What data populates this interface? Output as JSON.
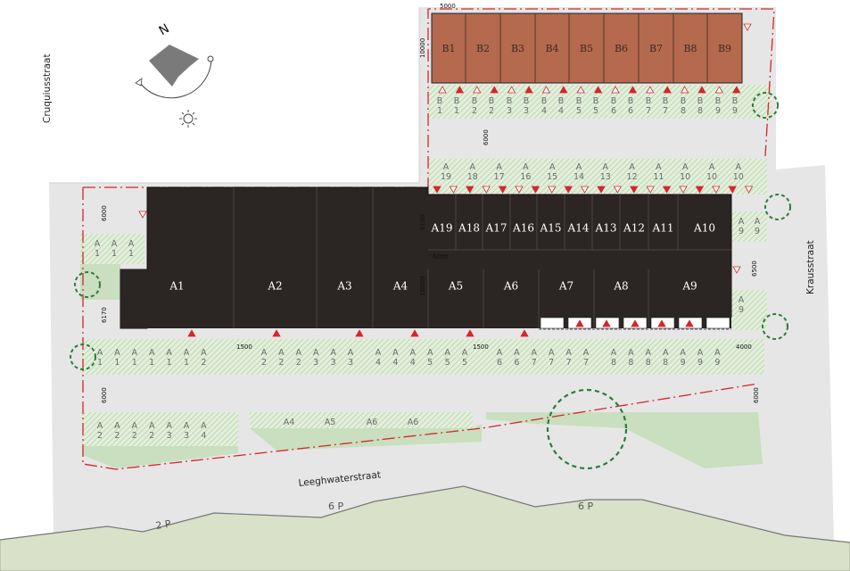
{
  "streets": {
    "cruquius": "Cruquiusstraat",
    "kraus": "Krausstraat",
    "leeghwater": "Leeghwaterstraat"
  },
  "compass": {
    "north": "N"
  },
  "parking": {
    "p1": "2 P",
    "p2": "6 P",
    "p3": "6 P"
  },
  "dimensions": {
    "d_top_width": "5000",
    "d_top_height": "10000",
    "d_b_road": "6000",
    "d_left_top": "6000",
    "d_a_mid_top": "6100",
    "d_a_mid_gap": "6000",
    "d_a_mid_depth": "10000",
    "d_left_mid": "6170",
    "d_gap1": "1500",
    "d_gap2": "1500",
    "d_right_gap": "4000",
    "d_right_road": "6500",
    "d_left_bottom": "6000",
    "d_right_bottom": "6000"
  },
  "units_a_main": [
    "A1",
    "A2",
    "A3",
    "A4",
    "A5",
    "A6",
    "A7",
    "A8",
    "A9"
  ],
  "units_a_upper": [
    "A19",
    "A18",
    "A17",
    "A16",
    "A15",
    "A14",
    "A13",
    "A12",
    "A11",
    "A10"
  ],
  "units_b": [
    "B1",
    "B2",
    "B3",
    "B4",
    "B5",
    "B6",
    "B7",
    "B8",
    "B9"
  ],
  "lots": {
    "row_b": [
      [
        "B",
        "1"
      ],
      [
        "B",
        "2"
      ],
      [
        "B",
        "3"
      ],
      [
        "B",
        "4"
      ],
      [
        "B",
        "5"
      ],
      [
        "B",
        "6"
      ],
      [
        "B",
        "7"
      ],
      [
        "B",
        "8"
      ],
      [
        "B",
        "9"
      ]
    ],
    "row_b_extra": [
      [
        "B",
        "1"
      ],
      [
        "B",
        "2"
      ],
      [
        "B",
        "3"
      ],
      [
        "B",
        "4"
      ],
      [
        "B",
        "5"
      ],
      [
        "B",
        "6"
      ],
      [
        "B",
        "7"
      ],
      [
        "B",
        "8"
      ],
      [
        "B",
        "9"
      ]
    ],
    "row_a_upper": [
      [
        "A",
        "19"
      ],
      [
        "A",
        "18"
      ],
      [
        "A",
        "17"
      ],
      [
        "A",
        "16"
      ],
      [
        "A",
        "15"
      ],
      [
        "A",
        "14"
      ],
      [
        "A",
        "13"
      ],
      [
        "A",
        "12"
      ],
      [
        "A",
        "11"
      ],
      [
        "A",
        "10"
      ],
      [
        "A",
        "10"
      ],
      [
        "A",
        "10"
      ]
    ],
    "row_left_top": [
      [
        "A",
        "1"
      ],
      [
        "A",
        "1"
      ],
      [
        "A",
        "1"
      ]
    ],
    "row_right_top": [
      [
        "A",
        "9"
      ],
      [
        "A",
        "9"
      ]
    ],
    "row_right_mid": [
      [
        "A",
        "9"
      ]
    ],
    "row_main_1": [
      [
        "A",
        "1"
      ],
      [
        "A",
        "1"
      ],
      [
        "A",
        "1"
      ],
      [
        "A",
        "1"
      ],
      [
        "A",
        "1"
      ],
      [
        "A",
        "1"
      ],
      [
        "A",
        "2"
      ]
    ],
    "row_main_2": [
      [
        "A",
        "2"
      ],
      [
        "A",
        "2"
      ],
      [
        "A",
        "2"
      ],
      [
        "A",
        "3"
      ],
      [
        "A",
        "3"
      ],
      [
        "A",
        "3"
      ]
    ],
    "row_main_3": [
      [
        "A",
        "4"
      ],
      [
        "A",
        "4"
      ],
      [
        "A",
        "4"
      ],
      [
        "A",
        "5"
      ],
      [
        "A",
        "5"
      ],
      [
        "A",
        "5"
      ]
    ],
    "row_main_4": [
      [
        "A",
        "6"
      ],
      [
        "A",
        "6"
      ],
      [
        "A",
        "7"
      ],
      [
        "A",
        "7"
      ],
      [
        "A",
        "7"
      ],
      [
        "A",
        "7"
      ]
    ],
    "row_main_5": [
      [
        "A",
        "8"
      ],
      [
        "A",
        "8"
      ],
      [
        "A",
        "8"
      ],
      [
        "A",
        "8"
      ],
      [
        "A",
        "9"
      ],
      [
        "A",
        "9"
      ],
      [
        "A",
        "9"
      ]
    ],
    "row_bottom_left": [
      [
        "A",
        "2"
      ],
      [
        "A",
        "2"
      ],
      [
        "A",
        "2"
      ],
      [
        "A",
        "2"
      ],
      [
        "A",
        "3"
      ],
      [
        "A",
        "3"
      ],
      [
        "A",
        "4"
      ]
    ],
    "row_bottom_mid": [
      "A4",
      "A5",
      "A6",
      "A6"
    ]
  }
}
